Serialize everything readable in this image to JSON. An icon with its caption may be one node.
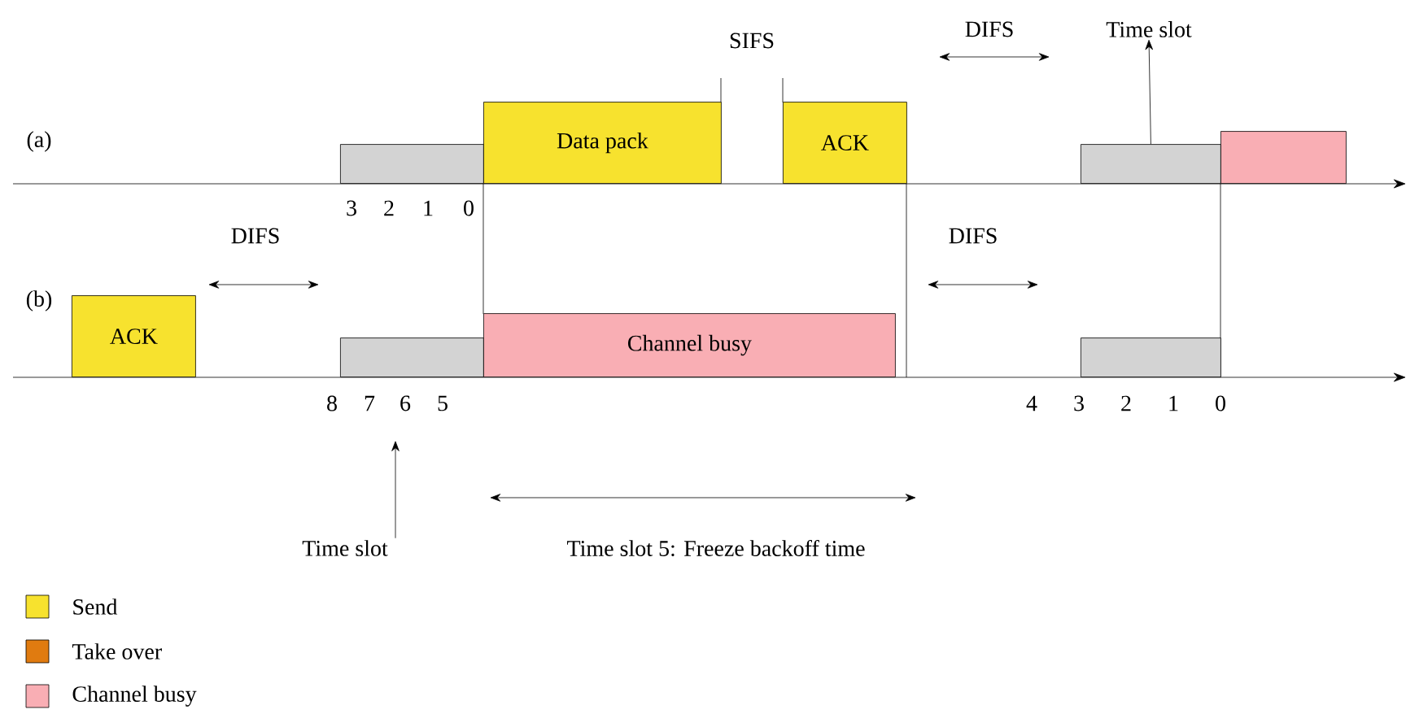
{
  "diagram": {
    "nodes": [
      {
        "text": [
          "Time slot"
        ]
      },
      {
        "text": [],
        "shape": "box"
      },
      {
        "text": [
          "Data pack"
        ]
      },
      {
        "text": [
          "ACK"
        ]
      },
      {
        "text": [],
        "shape": "box"
      },
      {
        "text": [],
        "shape": "box"
      },
      {
        "text": [
          "ACK"
        ]
      },
      {
        "text": [],
        "shape": "box"
      },
      {
        "text": [
          "Channel busy"
        ]
      },
      {
        "text": [],
        "shape": "box"
      },
      {
        "text": [
          "Time slot"
        ]
      }
    ],
    "edges": [
      {
        "from": 4,
        "to": 0,
        "arrow": "to"
      },
      {
        "from": 10,
        "to": null,
        "arrow": "to"
      }
    ],
    "labels": [
      "SIFS",
      "DIFS",
      "(a)",
      "3",
      "2",
      "1",
      "0",
      "DIFS",
      "DIFS",
      "(b)",
      "8",
      "7",
      "6",
      "5",
      "4",
      "3",
      "2",
      "1",
      "0",
      "Time slot 5: Freeze backoff time"
    ],
    "legend": [
      {
        "text": "Send",
        "color": "#f7e22e"
      },
      {
        "text": "Take over",
        "color": "#e07b10"
      },
      {
        "text": "Channel busy",
        "color": "#f9aeb4"
      }
    ]
  }
}
